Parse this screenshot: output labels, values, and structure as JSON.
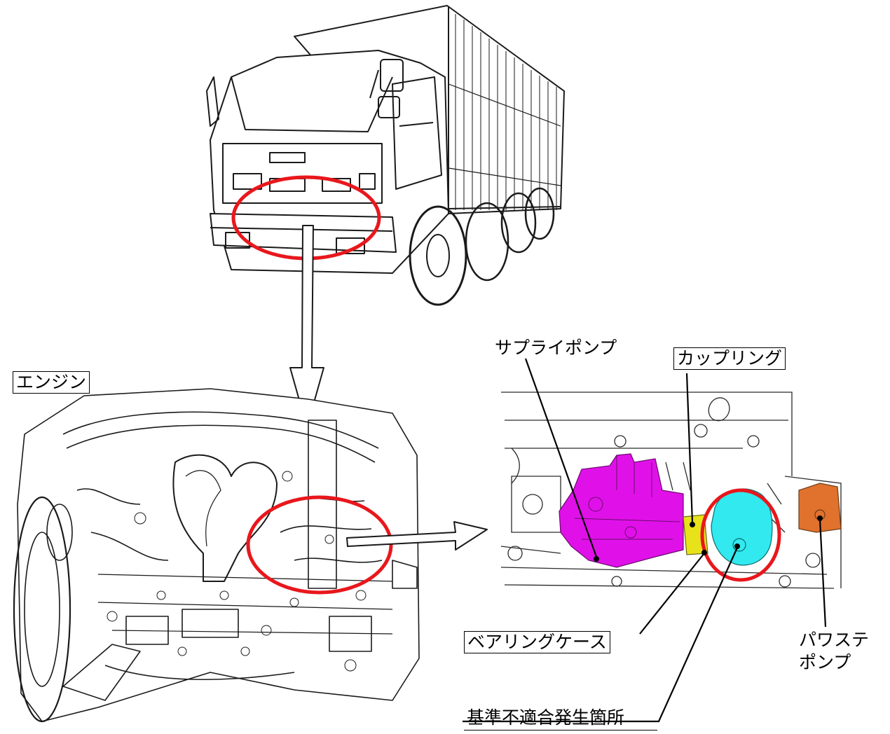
{
  "labels": {
    "engine": "エンジン",
    "supply_pump": "サプライポンプ",
    "coupling": "カップリング",
    "bearing_case": "ベアリングケース",
    "power_steering_line1": "パワステ",
    "power_steering_line2": "ポンプ",
    "defect_location": "基準不適合発生箇所"
  },
  "colors": {
    "highlight_circle": "#e8171c",
    "supply_pump": "#e011e8",
    "coupling": "#e8e21a",
    "bearing_case": "#31e9ee",
    "power_steering_pump": "#e0722e",
    "line_art": "#1a1a1a"
  },
  "icons": {
    "truck": "truck-drawing",
    "engine": "engine-drawing",
    "detail": "pump-detail-drawing"
  }
}
